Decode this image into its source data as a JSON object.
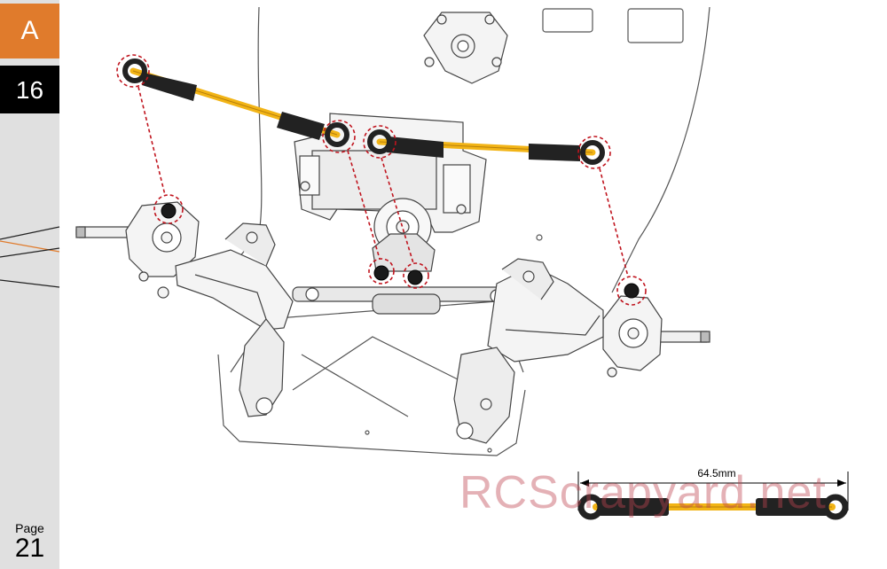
{
  "sidebar": {
    "section": "A",
    "step": "16",
    "page_label": "Page",
    "page_number": "21"
  },
  "callout": {
    "length_label": "64.5mm"
  },
  "watermark": {
    "text": "RCScrapyard.net"
  },
  "colors": {
    "section_badge": "#e07b2c",
    "step_badge": "#000000",
    "sidebar_bg": "#e0e0e0",
    "turnbuckle_gold": "#f2b416",
    "rod_end_black": "#222222",
    "leader_line_red": "#c0141e",
    "watermark": "#be4650"
  }
}
